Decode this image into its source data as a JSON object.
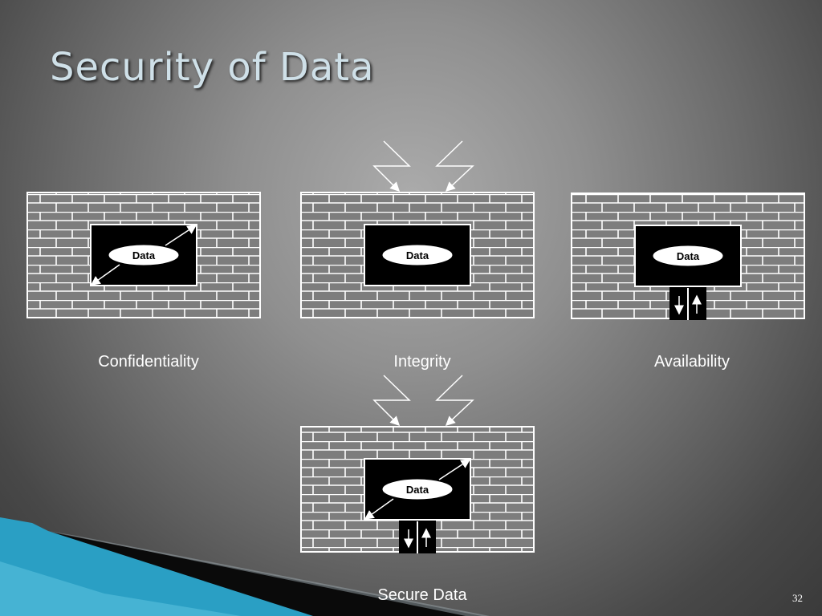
{
  "slide": {
    "title": "Security of Data",
    "page_number": "32"
  },
  "diagram": {
    "data_label": "Data",
    "panels": [
      {
        "id": "confidentiality",
        "caption": "Confidentiality",
        "arrow": true,
        "lightning": false,
        "channel": false
      },
      {
        "id": "integrity",
        "caption": "Integrity",
        "arrow": false,
        "lightning": true,
        "channel": false
      },
      {
        "id": "availability",
        "caption": "Availability",
        "arrow": false,
        "lightning": false,
        "channel": true
      },
      {
        "id": "secure",
        "caption": "Secure Data",
        "arrow": true,
        "lightning": true,
        "channel": true
      }
    ]
  },
  "colors": {
    "accent_stripe_blue": "#2a9fc4",
    "accent_stripe_black": "#0a0a0a",
    "wall_brick": "#7d7d7d",
    "mortar": "#ffffff"
  }
}
